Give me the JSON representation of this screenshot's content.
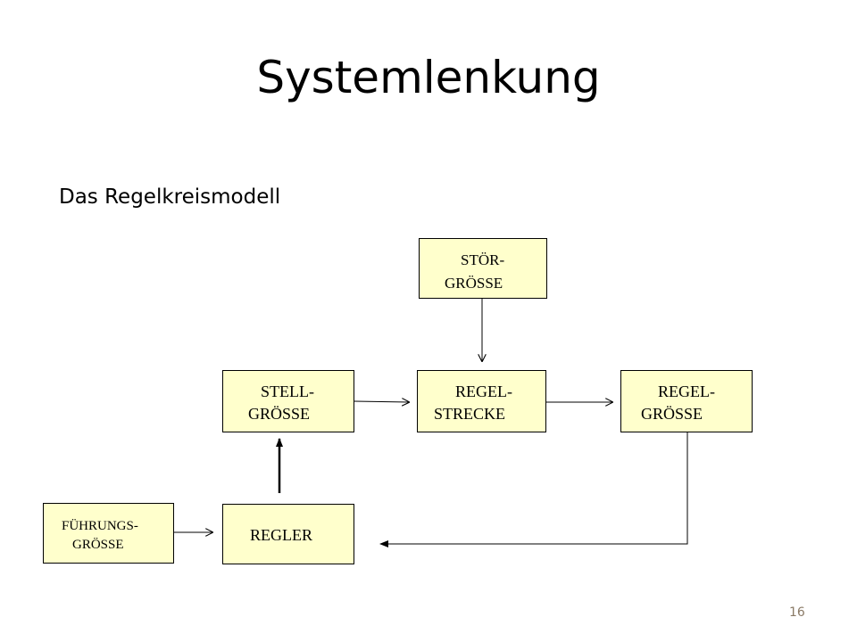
{
  "slide": {
    "title": "Systemlenkung",
    "subtitle": "Das Regelkreismodell",
    "page_number": "16"
  },
  "diagram": {
    "box_fill": "#ffffcc",
    "nodes": {
      "stoer": {
        "line1": "STÖR-",
        "line2": "GRÖSSE"
      },
      "stell": {
        "line1": "STELL-",
        "line2": "GRÖSSE"
      },
      "strecke": {
        "line1": "REGEL-",
        "line2": "STRECKE"
      },
      "regelgr": {
        "line1": "REGEL-",
        "line2": "GRÖSSE"
      },
      "fuehrung": {
        "line1": "FÜHRUNGS-",
        "line2": "GRÖSSE"
      },
      "regler": {
        "line1": "REGLER"
      }
    }
  }
}
